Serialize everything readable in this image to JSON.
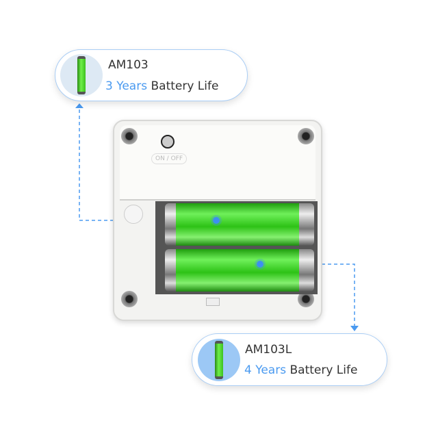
{
  "callouts": [
    {
      "model": "AM103",
      "years": "3 Years",
      "life": "Battery Life",
      "icon": "battery-icon"
    },
    {
      "model": "AM103L",
      "years": "4 Years",
      "life": "Battery Life",
      "icon": "battery-icon"
    }
  ],
  "device": {
    "switch_label": "ON / OFF"
  },
  "colors": {
    "accent": "#4a9af0",
    "battery": "#3cc01e"
  }
}
